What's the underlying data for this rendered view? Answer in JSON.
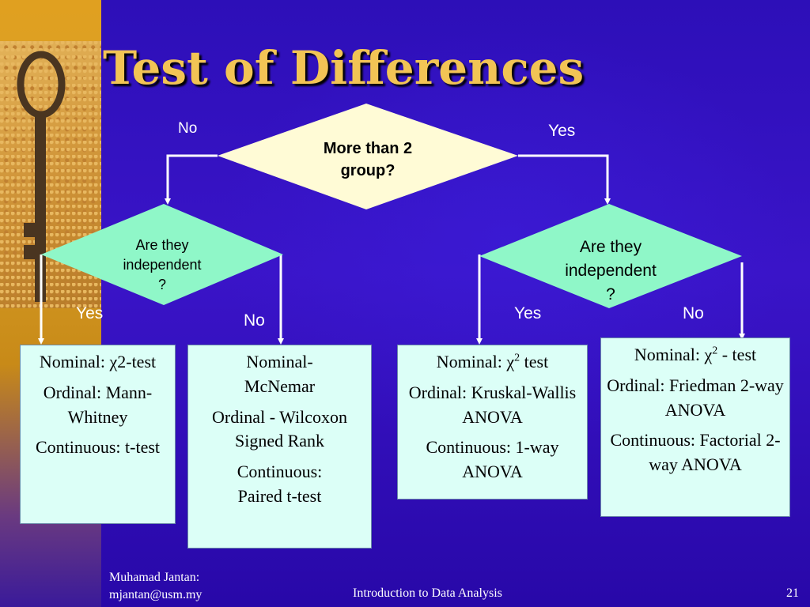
{
  "slide": {
    "title": "Test of Differences",
    "page_number": "21"
  },
  "diagram": {
    "top_decision": {
      "line1": "More than 2",
      "line2": "group?"
    },
    "left_decision": {
      "line1": "Are they",
      "line2": "independent",
      "line3": "?"
    },
    "right_decision": {
      "line1": "Are they",
      "line2": "independent",
      "line3": "?"
    },
    "labels": {
      "top_no": "No",
      "top_yes": "Yes",
      "left_yes": "Yes",
      "left_no": "No",
      "right_yes": "Yes",
      "right_no": "No"
    },
    "outcomes": [
      {
        "lines": [
          "Nominal: χ2-test",
          "Ordinal: Mann-Whitney",
          "Continuous: t-test"
        ]
      },
      {
        "lines": [
          "Nominal-McNemar",
          "Ordinal - Wilcoxon Signed Rank",
          "Continuous: Paired t-test"
        ]
      },
      {
        "nominal_prefix": "Nominal: χ",
        "nominal_sup": "2",
        "nominal_suffix": " test",
        "lines": [
          "Ordinal: Kruskal-Wallis ANOVA",
          "Continuous: 1-way ANOVA"
        ]
      },
      {
        "nominal_prefix": "Nominal: χ",
        "nominal_sup": "2",
        "nominal_suffix": " - test",
        "lines": [
          "Ordinal: Friedman 2-way ANOVA",
          "Continuous: Factorial 2-way ANOVA"
        ]
      }
    ]
  },
  "footer": {
    "author_line1": "Muhamad Jantan:",
    "author_line2": "mjantan@usm.my",
    "course": "Introduction to Data Analysis"
  },
  "colors": {
    "background": "#2a10b0",
    "title": "#f2c455",
    "top_diamond": "#fffbd6",
    "sub_diamond": "#8ff7c8",
    "outcome_box": "#dcfff7"
  }
}
